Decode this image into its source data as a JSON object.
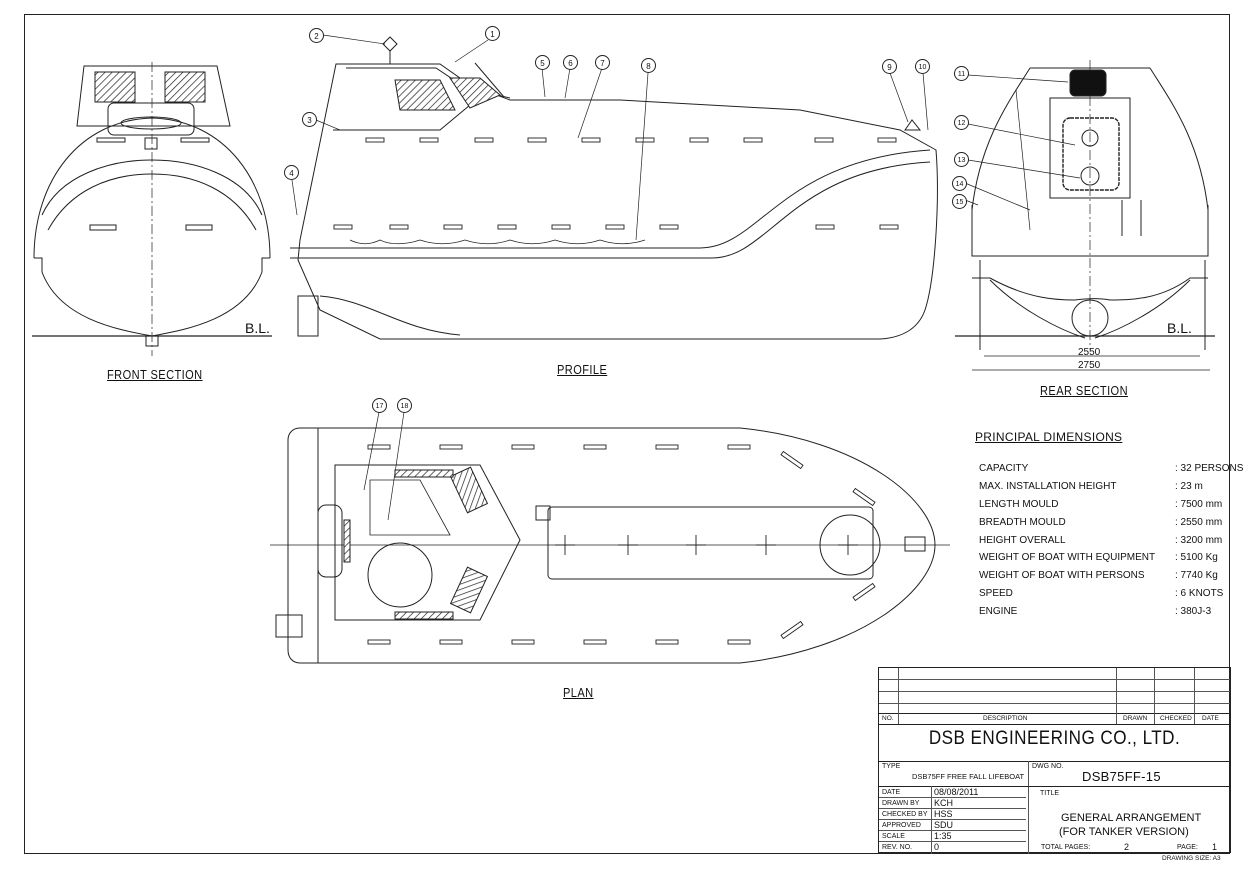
{
  "drawing": {
    "views": {
      "front_section": "FRONT SECTION",
      "profile": "PROFILE",
      "rear_section": "REAR SECTION",
      "plan": "PLAN"
    },
    "baseline_label": "B.L.",
    "dimensions": {
      "inner_width": "2550",
      "outer_width": "2750"
    },
    "balloons": [
      "1",
      "2",
      "3",
      "4",
      "5",
      "6",
      "7",
      "8",
      "9",
      "10",
      "11",
      "12",
      "13",
      "14",
      "15",
      "17",
      "18"
    ]
  },
  "principal_dimensions": {
    "title": "PRINCIPAL DIMENSIONS",
    "rows": [
      {
        "label": "CAPACITY",
        "value": ": 32 PERSONS"
      },
      {
        "label": "MAX. INSTALLATION HEIGHT",
        "value": ": 23 m"
      },
      {
        "label": "LENGTH MOULD",
        "value": ": 7500 mm"
      },
      {
        "label": "BREADTH MOULD",
        "value": ": 2550 mm"
      },
      {
        "label": "HEIGHT OVERALL",
        "value": ": 3200 mm"
      },
      {
        "label": "WEIGHT OF BOAT WITH EQUIPMENT",
        "value": ": 5100 Kg"
      },
      {
        "label": "WEIGHT OF BOAT WITH PERSONS",
        "value": ": 7740 Kg"
      },
      {
        "label": "SPEED",
        "value": ": 6 KNOTS"
      },
      {
        "label": "ENGINE",
        "value": ": 380J-3"
      }
    ]
  },
  "title_block": {
    "revision_headers": {
      "no": "NO.",
      "description": "DESCRIPTION",
      "drawn": "DRAWN",
      "checked": "CHECKED",
      "date": "DATE"
    },
    "company": "DSB ENGINEERING CO., LTD.",
    "type_label": "TYPE",
    "type_value": "DSB75FF FREE FALL LIFEBOAT",
    "dwg_no_label": "DWG NO.",
    "dwg_no_value": "DSB75FF-15",
    "title_label": "TITLE",
    "title_line1": "GENERAL ARRANGEMENT",
    "title_line2": "(FOR TANKER VERSION)",
    "fields": [
      {
        "label": "DATE",
        "value": "08/08/2011"
      },
      {
        "label": "DRAWN BY",
        "value": "KCH"
      },
      {
        "label": "CHECKED BY",
        "value": "HSS"
      },
      {
        "label": "APPROVED",
        "value": "SDU"
      },
      {
        "label": "SCALE",
        "value": "1:35"
      },
      {
        "label": "REV. NO.",
        "value": "0"
      }
    ],
    "total_pages_label": "TOTAL PAGES:",
    "total_pages_value": "2",
    "page_label": "PAGE:",
    "page_value": "1",
    "drawing_size": "DRAWING SIZE: A3"
  }
}
